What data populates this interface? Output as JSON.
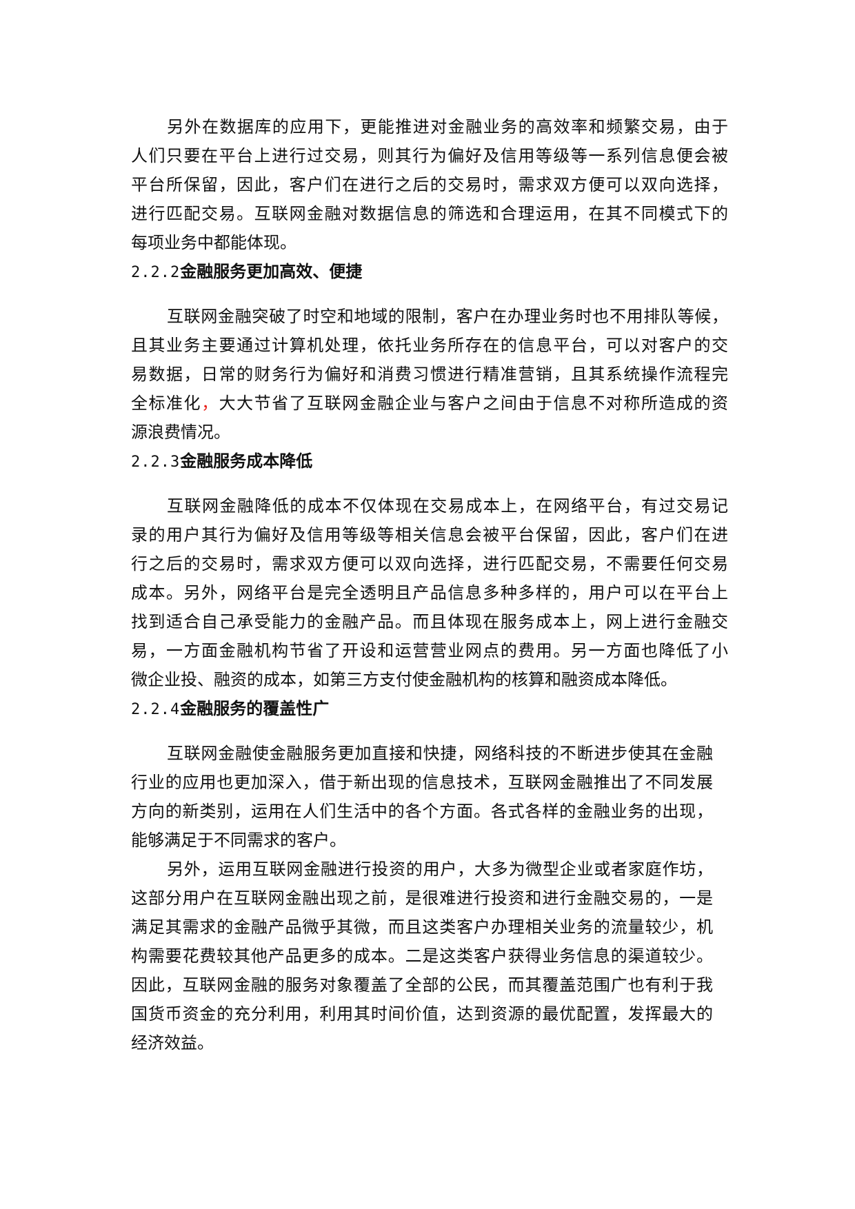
{
  "p1": {
    "lines": [
      "另外在数据库的应用下，更能推进对金融业务的高效率和频繁交易，由于",
      "人们只要在平台上进行过交易，则其行为偏好及信用等级等一系列信息便会被",
      "平台所保留，因此，客户们在进行之后的交易时，需求双方便可以双向选择，",
      "进行匹配交易。互联网金融对数据信息的筛选和合理运用，在其不同模式下的",
      "每项业务中都能体现。"
    ]
  },
  "h222": {
    "num": "2.2.2",
    "title": "金融服务更加高效、便捷"
  },
  "p2": {
    "lines": [
      "互联网金融突破了时空和地域的限制，客户在办理业务时也不用排队等候，",
      "且其业务主要通过计算机处理，依托业务所存在的信息平台，可以对客户的交",
      "易数据，日常的财务行为偏好和消费习惯进行精准营销，且其系统操作流程完",
      "源浪费情况。"
    ],
    "line4_a": "全标准化",
    "line4_comma": "，",
    "line4_b": "大大节省了互联网金融企业与客户之间由于信息不对称所造成的资",
    "accent_color": "#e8201a"
  },
  "h223": {
    "num": "2.2.3",
    "title": "金融服务成本降低"
  },
  "p3": {
    "lines": [
      "互联网金融降低的成本不仅体现在交易成本上，在网络平台，有过交易记",
      "录的用户其行为偏好及信用等级等相关信息会被平台保留，因此，客户们在进",
      "行之后的交易时，需求双方便可以双向选择，进行匹配交易，不需要任何交易",
      "成本。另外，网络平台是完全透明且产品信息多种多样的，用户可以在平台上",
      "找到适合自己承受能力的金融产品。而且体现在服务成本上，网上进行金融交",
      "易，一方面金融机构节省了开设和运营营业网点的费用。另一方面也降低了小",
      "微企业投、融资的成本，如第三方支付使金融机构的核算和融资成本降低。"
    ]
  },
  "h224": {
    "num": "2.2.4",
    "title": "金融服务的覆盖性广"
  },
  "p4": {
    "lines": [
      "互联网金融使金融服务更加直接和快捷，网络科技的不断进步使其在金融",
      "行业的应用也更加深入，借于新出现的信息技术，互联网金融推出了不同发展",
      "方向的新类别，运用在人们生活中的各个方面。各式各样的金融业务的出现，",
      "能够满足于不同需求的客户。"
    ]
  },
  "p5": {
    "lines": [
      "另外，运用互联网金融进行投资的用户，大多为微型企业或者家庭作坊，",
      "这部分用户在互联网金融出现之前，是很难进行投资和进行金融交易的，一是",
      "满足其需求的金融产品微乎其微，而且这类客户办理相关业务的流量较少，机",
      "构需要花费较其他产品更多的成本。二是这类客户获得业务信息的渠道较少。",
      "因此，互联网金融的服务对象覆盖了全部的公民，而其覆盖范围广也有利于我",
      "国货币资金的充分利用，利用其时间价值，达到资源的最优配置，发挥最大的",
      "经济效益。"
    ]
  }
}
